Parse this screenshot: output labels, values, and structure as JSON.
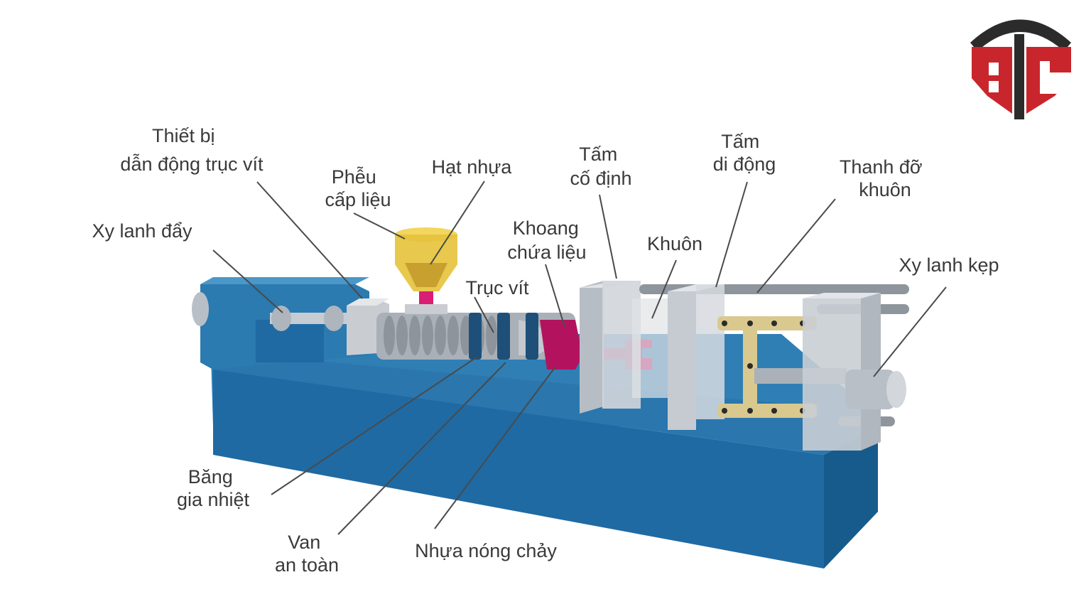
{
  "logo": {
    "text": "ATC",
    "colors": {
      "dark": "#2b2b2b",
      "red": "#c8262c"
    }
  },
  "colors": {
    "base_top": "#2f7fb5",
    "base_front": "#1f6aa3",
    "base_side": "#175a8c",
    "metal": "#cfd3d8",
    "metal_dark": "#9aa1a8",
    "hopper": "#e6c23a",
    "melt": "#b3135e",
    "leader": "#4a4a4a"
  },
  "labels": {
    "thiet_bi": [
      "Thiết bị",
      "dẫn động trục vít"
    ],
    "pheu": [
      "Phễu",
      "cấp liệu"
    ],
    "hat_nhua": [
      "Hạt nhựa"
    ],
    "tam_co_dinh": [
      "Tấm",
      "cố định"
    ],
    "tam_di_dong": [
      "Tấm",
      "di động"
    ],
    "thanh_do": [
      "Thanh đỡ",
      "khuôn"
    ],
    "xy_lanh_day": [
      "Xy lanh đẩy"
    ],
    "khoang": [
      "Khoang",
      "chứa liệu"
    ],
    "khuon": [
      "Khuôn"
    ],
    "truc_vit": [
      "Trục vít"
    ],
    "xy_lanh_kep": [
      "Xy lanh kẹp"
    ],
    "bang_gia_nhiet": [
      "Băng",
      "gia nhiệt"
    ],
    "van_an_toan": [
      "Van",
      "an toàn"
    ],
    "nhua_nong_chay": [
      "Nhựa nóng chảy"
    ]
  }
}
